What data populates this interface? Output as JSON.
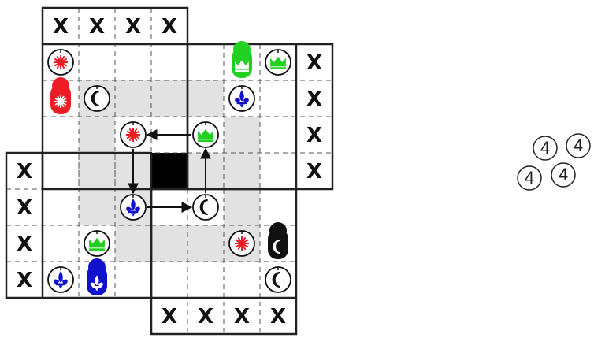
{
  "board": {
    "blocked_mark": "X",
    "colors": {
      "red": "#ee1c24",
      "green": "#22d022",
      "blue": "#1111cc",
      "black": "#111111",
      "path": "#e2e2e2",
      "hole": "#000000",
      "grid": "#222222"
    },
    "blocked_cells": [
      {
        "col": 1,
        "row": 0
      },
      {
        "col": 2,
        "row": 0
      },
      {
        "col": 3,
        "row": 0
      },
      {
        "col": 4,
        "row": 0
      },
      {
        "col": 8,
        "row": 1
      },
      {
        "col": 8,
        "row": 2
      },
      {
        "col": 8,
        "row": 3
      },
      {
        "col": 8,
        "row": 4
      },
      {
        "col": 0,
        "row": 4
      },
      {
        "col": 0,
        "row": 5
      },
      {
        "col": 0,
        "row": 6
      },
      {
        "col": 0,
        "row": 7
      },
      {
        "col": 4,
        "row": 8
      },
      {
        "col": 5,
        "row": 8
      },
      {
        "col": 6,
        "row": 8
      },
      {
        "col": 7,
        "row": 8
      }
    ],
    "path_cells": [
      {
        "col": 2,
        "row": 2
      },
      {
        "col": 3,
        "row": 2
      },
      {
        "col": 4,
        "row": 2
      },
      {
        "col": 5,
        "row": 2
      },
      {
        "col": 2,
        "row": 3
      },
      {
        "col": 6,
        "row": 3
      },
      {
        "col": 2,
        "row": 4
      },
      {
        "col": 3,
        "row": 4
      },
      {
        "col": 5,
        "row": 4
      },
      {
        "col": 6,
        "row": 4
      },
      {
        "col": 2,
        "row": 5
      },
      {
        "col": 3,
        "row": 5
      },
      {
        "col": 6,
        "row": 5
      },
      {
        "col": 3,
        "row": 6
      },
      {
        "col": 4,
        "row": 6
      },
      {
        "col": 5,
        "row": 6
      },
      {
        "col": 6,
        "row": 6
      }
    ],
    "hole_cell": {
      "col": 4,
      "row": 4
    },
    "tokens": [
      {
        "col": 1,
        "row": 1,
        "symbol": "sun",
        "color": "red"
      },
      {
        "col": 2,
        "row": 2,
        "symbol": "moon",
        "color": "black"
      },
      {
        "col": 3,
        "row": 3,
        "symbol": "sun",
        "color": "red"
      },
      {
        "col": 5,
        "row": 3,
        "symbol": "crown",
        "color": "green"
      },
      {
        "col": 7,
        "row": 1,
        "symbol": "crown",
        "color": "green"
      },
      {
        "col": 6,
        "row": 2,
        "symbol": "lily",
        "color": "blue"
      },
      {
        "col": 3,
        "row": 5,
        "symbol": "lily",
        "color": "blue"
      },
      {
        "col": 5,
        "row": 5,
        "symbol": "moon",
        "color": "black"
      },
      {
        "col": 2,
        "row": 6,
        "symbol": "crown",
        "color": "green"
      },
      {
        "col": 6,
        "row": 6,
        "symbol": "sun",
        "color": "red"
      },
      {
        "col": 1,
        "row": 7,
        "symbol": "lily",
        "color": "blue"
      },
      {
        "col": 7,
        "row": 7,
        "symbol": "moon",
        "color": "black"
      }
    ],
    "robots": [
      {
        "col": 1,
        "row": 2,
        "symbol": "sun",
        "color": "red"
      },
      {
        "col": 6,
        "row": 1,
        "symbol": "crown",
        "color": "green"
      },
      {
        "col": 7,
        "row": 6,
        "symbol": "moon",
        "color": "black"
      },
      {
        "col": 2,
        "row": 7,
        "symbol": "lily",
        "color": "blue"
      }
    ],
    "arrows": [
      {
        "from": {
          "col": 5,
          "row": 3
        },
        "to": {
          "col": 3,
          "row": 3
        }
      },
      {
        "from": {
          "col": 3,
          "row": 3
        },
        "to": {
          "col": 3,
          "row": 5
        }
      },
      {
        "from": {
          "col": 3,
          "row": 5
        },
        "to": {
          "col": 5,
          "row": 5
        }
      },
      {
        "from": {
          "col": 5,
          "row": 5
        },
        "to": {
          "col": 5,
          "row": 3
        }
      }
    ]
  },
  "move_counts": [
    "4",
    "4",
    "4",
    "4"
  ]
}
